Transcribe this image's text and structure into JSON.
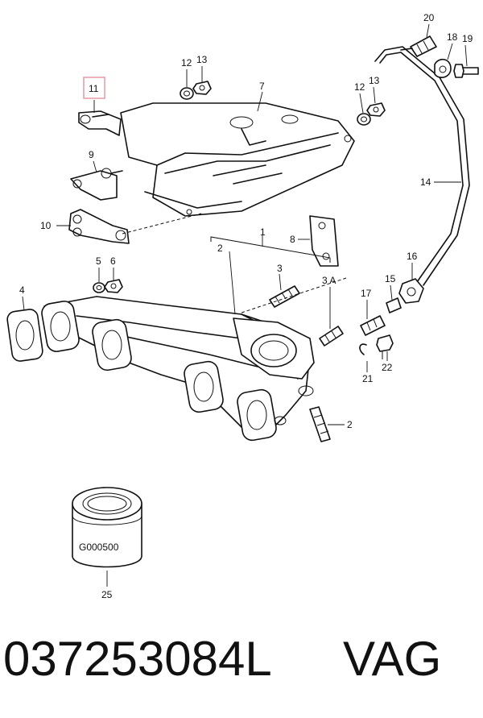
{
  "callouts": {
    "c1": "1",
    "c2a": "2",
    "c2b": "2",
    "c3": "3",
    "c3a": "3 A",
    "c4": "4",
    "c5": "5",
    "c6": "6",
    "c7": "7",
    "c8": "8",
    "c9": "9",
    "c10": "10",
    "c11": "11",
    "c12a": "12",
    "c13a": "13",
    "c12b": "12",
    "c13b": "13",
    "c14": "14",
    "c15": "15",
    "c16": "16",
    "c17": "17",
    "c18": "18",
    "c19": "19",
    "c20": "20",
    "c21": "21",
    "c22": "22",
    "c25": "25"
  },
  "filter_marking": "G000500",
  "highlight_color": "#e8a0a8",
  "footer": {
    "part_number": "037253084L",
    "brand": "VAG"
  }
}
